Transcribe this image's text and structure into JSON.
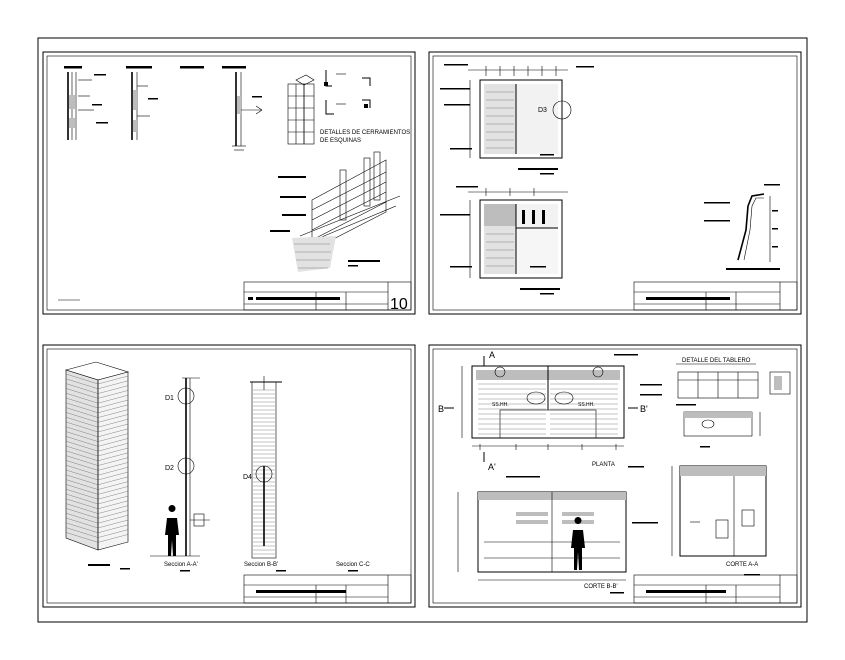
{
  "sheet": {
    "number": "10",
    "labels": {
      "detail_corner_line1": "DETALLES DE CERRAMIENTOS",
      "detail_corner_line2": "DE ESQUINAS",
      "d1": "D1",
      "d2": "D2",
      "d3": "D3",
      "d4": "D4",
      "section_a": "Seccion A-A'",
      "section_b": "Seccion B-B'",
      "section_c": "Seccion C-C",
      "detail_tablero": "DETALLE DEL TABLERO",
      "planta": "PLANTA",
      "corte_bb": "CORTE B-B'",
      "corte_aa": "CORTE A-A",
      "mark_a_top": "A",
      "mark_a_bottom": "A'",
      "mark_b_left": "B",
      "mark_b_right": "B'",
      "fixture_left": "SS.HH.",
      "fixture_right": "SS.HH."
    }
  }
}
